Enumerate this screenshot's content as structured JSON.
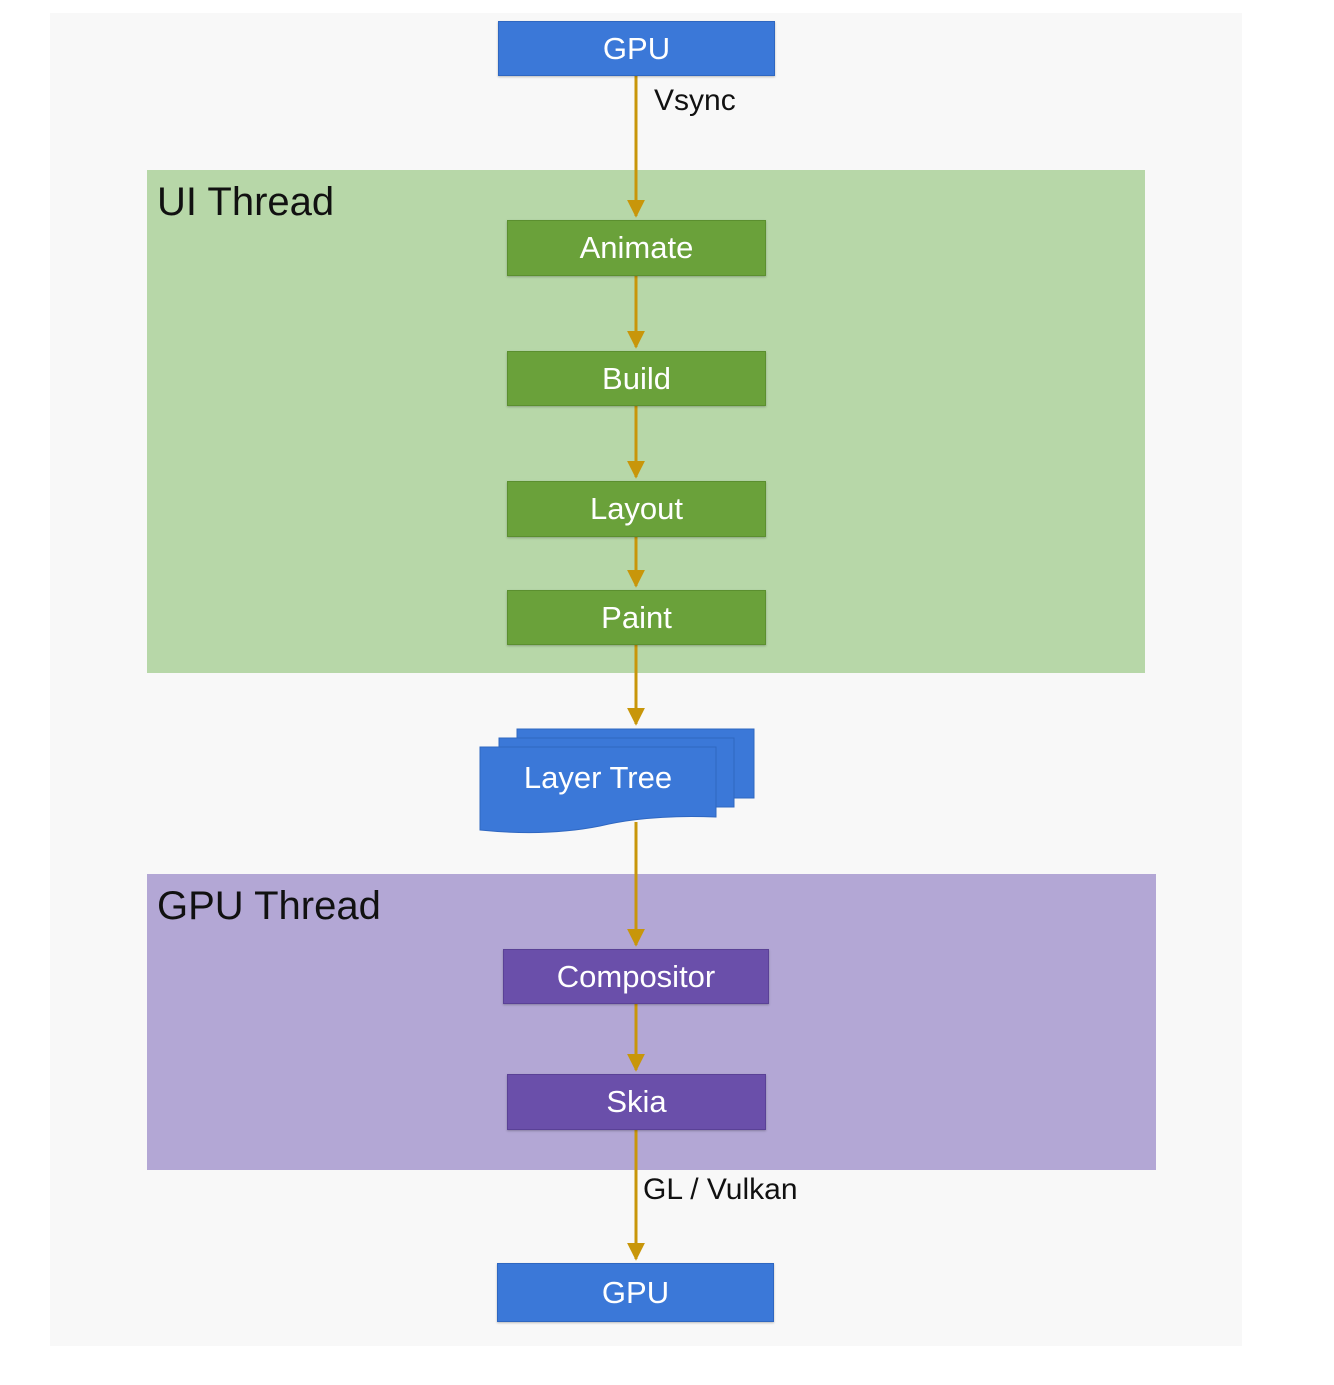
{
  "regions": {
    "ui_thread": {
      "title": "UI Thread",
      "color": "#b7d7a8"
    },
    "gpu_thread": {
      "title": "GPU Thread",
      "color": "#b3a7d5"
    }
  },
  "nodes": {
    "gpu_top": "GPU",
    "animate": "Animate",
    "build": "Build",
    "layout": "Layout",
    "paint": "Paint",
    "layer_tree": "Layer Tree",
    "compositor": "Compositor",
    "skia": "Skia",
    "gpu_bottom": "GPU"
  },
  "edge_labels": {
    "vsync": "Vsync",
    "gl_vulkan": "GL / Vulkan"
  },
  "colors": {
    "gpu_box": "#3b78d8",
    "ui_box": "#6aa13a",
    "gpu_thread_box": "#6a4faa",
    "arrow": "#c8960a"
  }
}
